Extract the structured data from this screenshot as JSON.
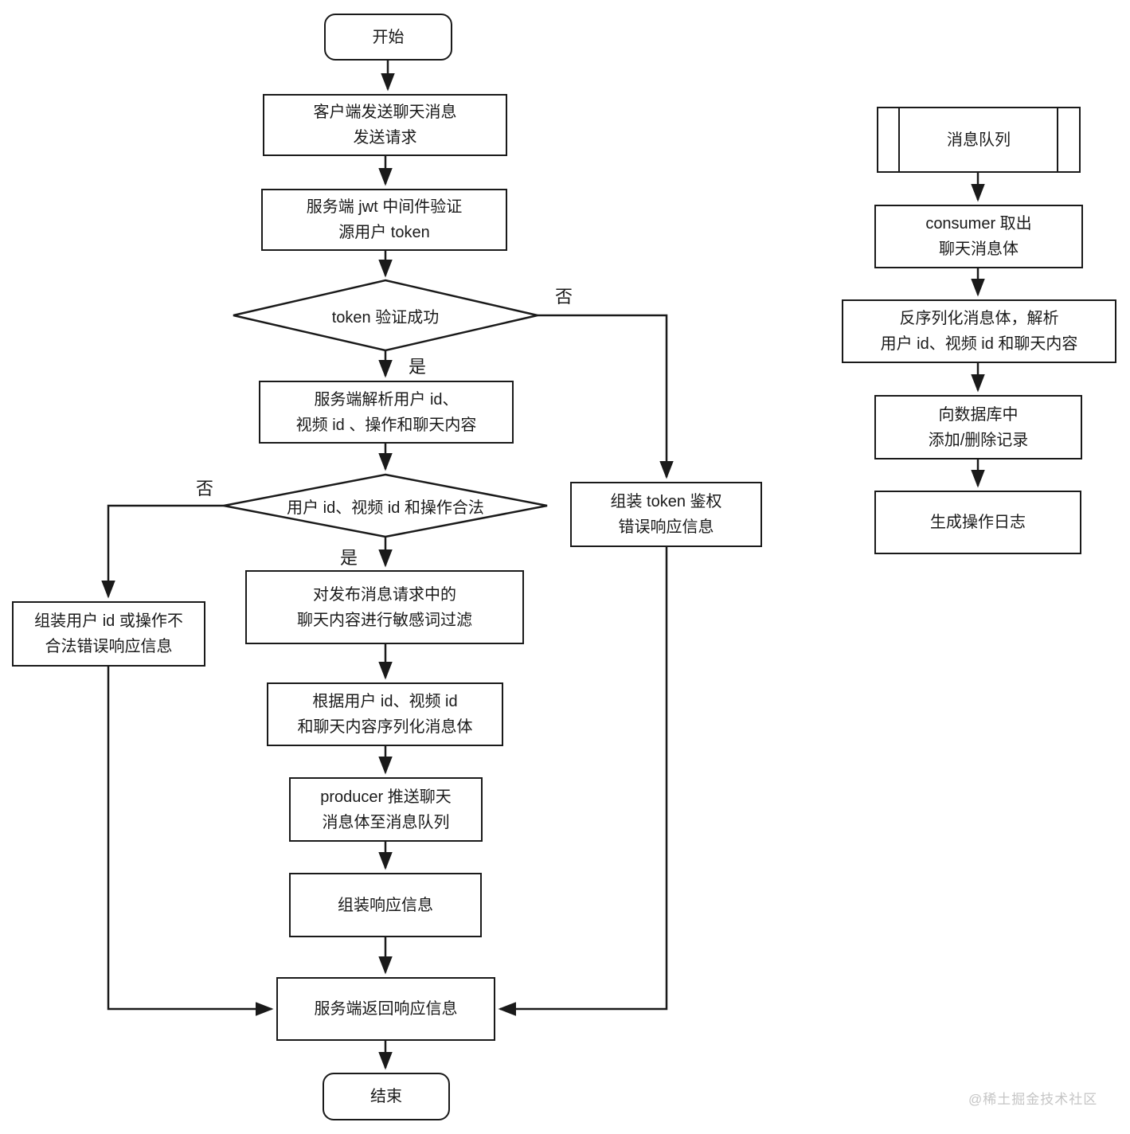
{
  "diagram": {
    "title": "chat-message-send-flowchart",
    "colors": {
      "line": "#1a1a1a",
      "background": "#ffffff",
      "watermark": "#c5c5c5"
    },
    "watermark": "@稀土掘金技术社区"
  },
  "nodes": {
    "start": {
      "lines": [
        "开始"
      ]
    },
    "client_request": {
      "lines": [
        "客户端发送聊天消息",
        "发送请求"
      ]
    },
    "jwt_verify": {
      "lines": [
        "服务端 jwt 中间件验证",
        "源用户 token"
      ]
    },
    "token_check": {
      "lines": [
        "token 验证成功"
      ]
    },
    "parse_user": {
      "lines": [
        "服务端解析用户 id、",
        "视频 id 、操作和聊天内容"
      ]
    },
    "valid_check": {
      "lines": [
        "用户 id、视频 id 和操作合法"
      ]
    },
    "sensitive_filter": {
      "lines": [
        "对发布消息请求中的",
        "聊天内容进行敏感词过滤"
      ]
    },
    "serialize": {
      "lines": [
        "根据用户 id、视频 id",
        "和聊天内容序列化消息体"
      ]
    },
    "producer_push": {
      "lines": [
        "producer 推送聊天",
        "消息体至消息队列"
      ]
    },
    "assemble_response": {
      "lines": [
        "组装响应信息"
      ]
    },
    "server_return": {
      "lines": [
        "服务端返回响应信息"
      ]
    },
    "end": {
      "lines": [
        "结束"
      ]
    },
    "invalid_error": {
      "lines": [
        "组装用户 id 或操作不",
        "合法错误响应信息"
      ]
    },
    "token_error": {
      "lines": [
        "组装 token 鉴权",
        "错误响应信息"
      ]
    },
    "mq": {
      "lines": [
        "消息队列"
      ]
    },
    "consumer_take": {
      "lines": [
        "consumer 取出",
        "聊天消息体"
      ]
    },
    "deserialize": {
      "lines": [
        "反序列化消息体，解析",
        "用户 id、视频 id 和聊天内容"
      ]
    },
    "db_record": {
      "lines": [
        "向数据库中",
        "添加/删除记录"
      ]
    },
    "gen_log": {
      "lines": [
        "生成操作日志"
      ]
    }
  },
  "edge_labels": {
    "token_yes": "是",
    "token_no": "否",
    "valid_yes": "是",
    "valid_no": "否"
  }
}
